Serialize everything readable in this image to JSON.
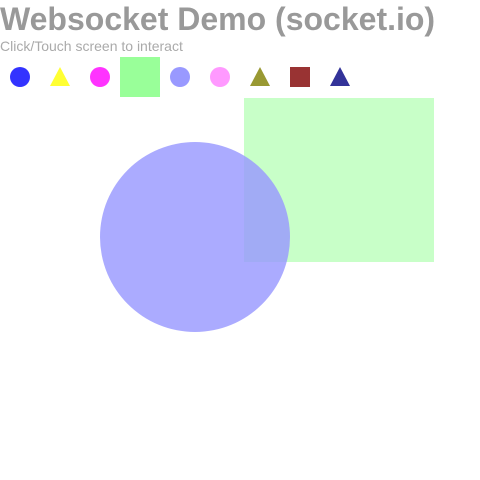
{
  "header": {
    "title": "Websocket Demo (socket.io)",
    "subtitle": "Click/Touch screen to interact"
  },
  "palette": {
    "items": [
      {
        "shape": "circle",
        "color": "#3333ff"
      },
      {
        "shape": "triangle",
        "color": "#ffff33"
      },
      {
        "shape": "circle",
        "color": "#ff33ff"
      },
      {
        "shape": "square",
        "color": "#99ff99",
        "selected": true
      },
      {
        "shape": "circle",
        "color": "#9999ff"
      },
      {
        "shape": "circle",
        "color": "#ff99ff"
      },
      {
        "shape": "triangle",
        "color": "#999933"
      },
      {
        "shape": "square",
        "color": "#993333"
      },
      {
        "shape": "triangle",
        "color": "#333399"
      }
    ]
  },
  "canvas": {
    "shapes": [
      {
        "shape": "square",
        "color": "#c8ffc8"
      },
      {
        "shape": "circle",
        "color": "#9999ff",
        "opacity": 0.82
      }
    ]
  }
}
